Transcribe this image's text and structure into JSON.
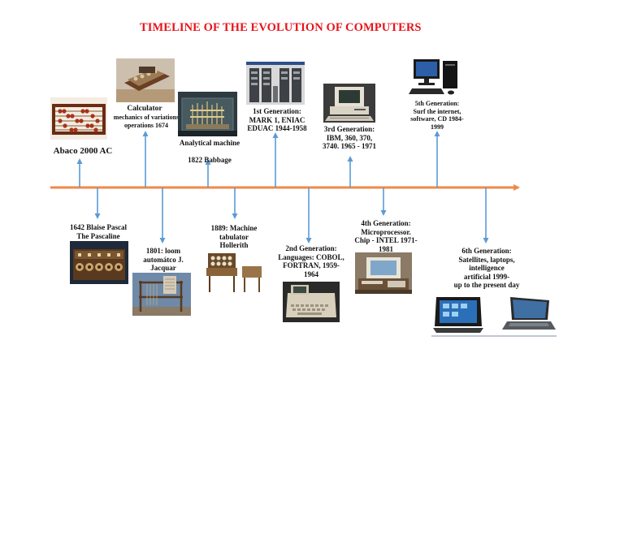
{
  "title": "TIMELINE OF THE EVOLUTION OF COMPUTERS",
  "colors": {
    "title": "#e8131a",
    "timeline": "#ef8a4a",
    "connector": "#5b9bd5",
    "text": "#111111"
  },
  "events": [
    {
      "id": "abaco",
      "label": "Abaco 2000 AC",
      "image": "abacus"
    },
    {
      "id": "calculator",
      "label_title": "Calculator",
      "label_detail": "mechanics of variations\noperations 1674",
      "image": "calculator"
    },
    {
      "id": "analytical",
      "label": "Analytical machine\n\n1822 Babbage",
      "image": "analytical-machine"
    },
    {
      "id": "gen1",
      "label": "1st Generation:\nMARK 1, ENIAC\nEDUAC 1944-1958",
      "image": "mainframe"
    },
    {
      "id": "gen3",
      "label": "3rd Generation:\nIBM, 360, 370,\n3740. 1965 - 1971",
      "image": "ibm-pc"
    },
    {
      "id": "gen5",
      "label": "5th Generation:\nSurf the internet,\nsoftware, CD 1984-\n1999",
      "image": "desktop-computer"
    },
    {
      "id": "pascal",
      "label": "1642 Blaise Pascal\nThe Pascaline",
      "image": "pascaline"
    },
    {
      "id": "jacquard",
      "label": "1801: loom\nautomátco J.\nJacquar",
      "image": "jacquard-loom"
    },
    {
      "id": "hollerith",
      "label": "1889: Machine\ntabulator\nHollerith",
      "image": "tabulator"
    },
    {
      "id": "gen2",
      "label": "2nd Generation:\nLanguages: COBOL,\nFORTRAN, 1959-\n1964",
      "image": "terminal"
    },
    {
      "id": "gen4",
      "label": "4th Generation:\nMicroprocessor.\nChip - INTEL 1971-\n1981",
      "image": "microcomputer"
    },
    {
      "id": "gen6",
      "label": "6th Generation:\nSatellites, laptops,\nintelligence\nartificial 1999-\nup to the present day",
      "image": "tablet-laptop"
    }
  ]
}
